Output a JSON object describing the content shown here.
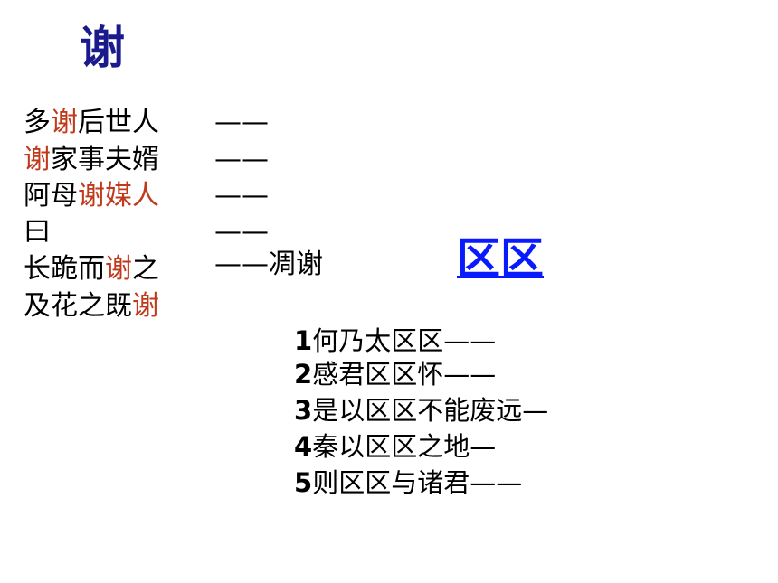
{
  "title": "谢",
  "xie_lines": [
    {
      "parts": [
        {
          "text": "多",
          "hl": false
        },
        {
          "text": "谢",
          "hl": true
        },
        {
          "text": "后世人",
          "hl": false
        }
      ],
      "dash": "——"
    },
    {
      "parts": [
        {
          "text": "谢",
          "hl": true
        },
        {
          "text": "家事夫婿",
          "hl": false
        }
      ],
      "dash": "——"
    },
    {
      "parts": [
        {
          "text": "阿母",
          "hl": false
        },
        {
          "text": "谢媒人",
          "hl": true
        }
      ],
      "dash": "——"
    },
    {
      "parts": [
        {
          "text": "曰",
          "hl": false
        }
      ],
      "dash": "——"
    },
    {
      "parts": [
        {
          "text": "长跪而",
          "hl": false
        },
        {
          "text": "谢",
          "hl": true
        },
        {
          "text": "之",
          "hl": false
        }
      ],
      "dash": "——凋谢"
    },
    {
      "parts": [
        {
          "text": "及花之既",
          "hl": false
        },
        {
          "text": "谢",
          "hl": true
        }
      ],
      "dash": ""
    }
  ],
  "ququ_heading": "区区",
  "ququ_lines": [
    {
      "num": "1",
      "text": "何乃太区区——"
    },
    {
      "num": "2",
      "text": "感君区区怀——"
    },
    {
      "num": "3",
      "text": "是以区区不能废远—"
    },
    {
      "num": "4",
      "text": "秦以区区之地—"
    },
    {
      "num": "5",
      "text": "则区区与诸君——"
    }
  ],
  "colors": {
    "title": "#1a1a8c",
    "highlight": "#c0391b",
    "heading_blue": "#0a1aff",
    "text": "#000000"
  }
}
